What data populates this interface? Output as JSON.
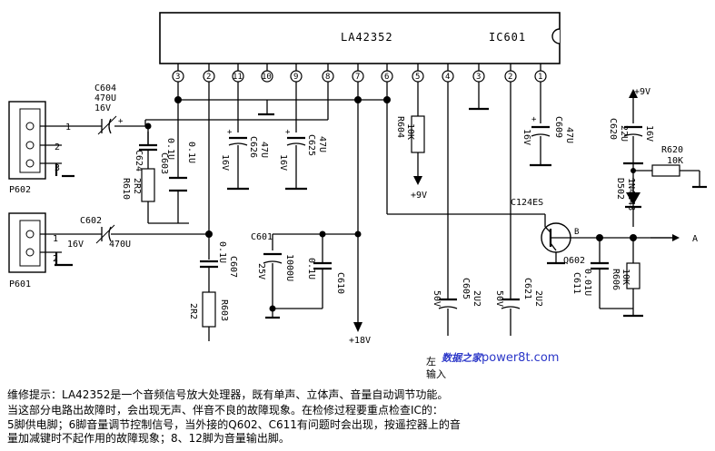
{
  "ic": {
    "name": "LA42352",
    "ref": "IC601",
    "pins": [
      "3",
      "2",
      "11",
      "10",
      "9",
      "8",
      "7",
      "6",
      "5",
      "4",
      "3",
      "2",
      "1"
    ]
  },
  "connectors": {
    "p602": {
      "ref": "P602",
      "pins": [
        "1",
        "2",
        "3"
      ]
    },
    "p601": {
      "ref": "P601",
      "pins": [
        "1",
        "2"
      ]
    }
  },
  "components": {
    "c604": {
      "ref": "C604",
      "value": "470U",
      "voltage": "16V"
    },
    "c624": {
      "ref": "C624",
      "value": "0.1U"
    },
    "r610": {
      "ref": "R610",
      "value": "2R2"
    },
    "c603": {
      "ref": "C603",
      "value": "0.1U"
    },
    "c626": {
      "ref": "C626",
      "value": "47U",
      "voltage": "16V"
    },
    "c625": {
      "ref": "C625",
      "value": "47U",
      "voltage": "16V"
    },
    "r604": {
      "ref": "R604",
      "value": "10K"
    },
    "c609": {
      "ref": "C609",
      "value": "47U",
      "voltage": "16V"
    },
    "c602": {
      "ref": "C602",
      "value": "470U",
      "voltage": "16V"
    },
    "c607": {
      "ref": "C607",
      "value": "0.1U"
    },
    "r603": {
      "ref": "R603",
      "value": "2R2"
    },
    "c601": {
      "ref": "C601",
      "value": "1000U",
      "voltage": "25V"
    },
    "c610": {
      "ref": "C610",
      "value": "0.1U"
    },
    "c605": {
      "ref": "C605",
      "value": "2U2",
      "voltage": "50V"
    },
    "c621": {
      "ref": "C621",
      "value": "2U2",
      "voltage": "50V"
    },
    "q602": {
      "ref": "Q602",
      "type": "C124ES"
    },
    "c611": {
      "ref": "C611",
      "value": "0.01U"
    },
    "r606": {
      "ref": "R606",
      "value": "10K"
    },
    "c620": {
      "ref": "C620",
      "value": "22U",
      "voltage": "16V"
    },
    "r620": {
      "ref": "R620",
      "value": "10K"
    },
    "d502": {
      "ref": "D502",
      "type": "1N4148"
    }
  },
  "rails": {
    "plus9_a": "+9V",
    "plus9_b": "+9V",
    "plus18": "+18V"
  },
  "node_a": "A",
  "input_label": {
    "line1": "左",
    "line2": "输入"
  },
  "watermark": {
    "cn": "数据之家",
    "en": "power8t.com"
  },
  "notes": [
    "维修提示：LA42352是一个音频信号放大处理器，既有单声、立体声、音量自动调节功能。",
    "当这部分电路出故障时，会出现无声、伴音不良的故障现象。在检修过程要重点检查IC的：",
    "5脚供电脚；6脚音量调节控制信号，当外接的Q602、C611有问题时会出现，按遥控器上的音",
    "量加减键时不起作用的故障现象；8、12脚为音量输出脚。"
  ]
}
